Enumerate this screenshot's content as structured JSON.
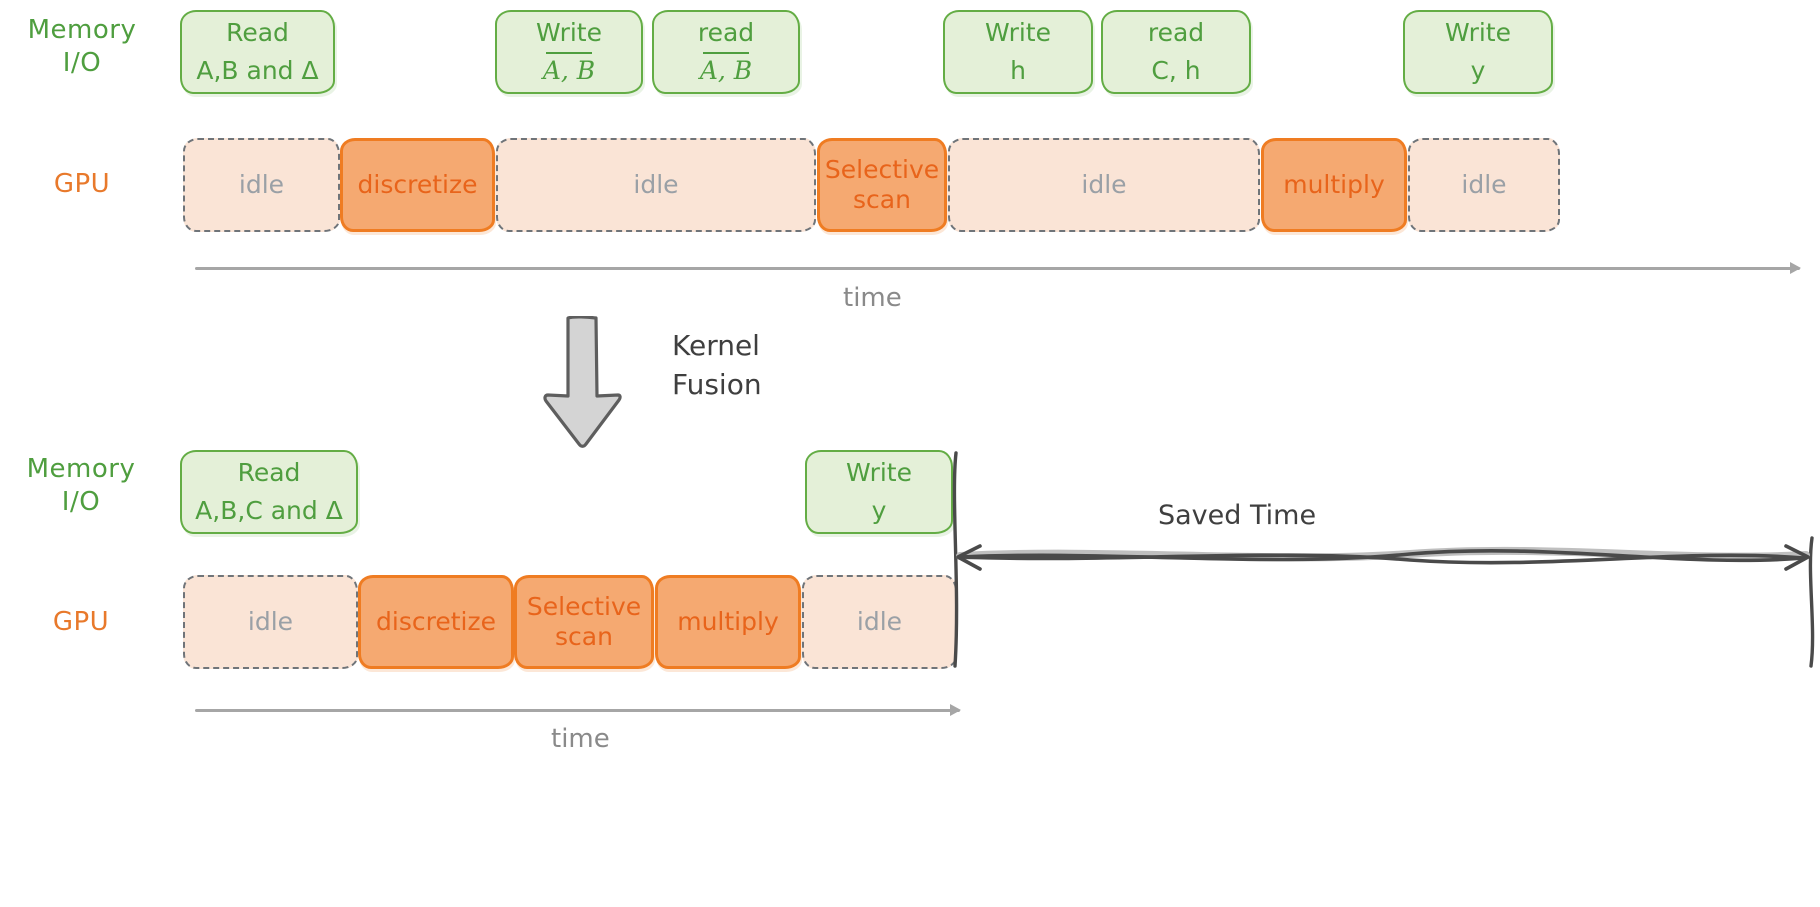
{
  "diagram": {
    "title": "Kernel Fusion memory hierarchy timeline",
    "colors": {
      "memory_fill": "#e4f0d8",
      "memory_stroke": "#64ad45",
      "memory_text": "#4f9e3f",
      "gpu_busy_fill": "#f5a971",
      "gpu_busy_stroke": "#ef7c22",
      "gpu_busy_text": "#e8641b",
      "gpu_idle_fill": "#fae4d6",
      "gpu_idle_stroke": "#6f7479",
      "gpu_idle_text": "#9aa0a6",
      "axis": "#a6a6a6",
      "ink": "#3f3f3f",
      "fusion_arrow_fill": "#d4d4d4"
    },
    "unfused": {
      "memory_label": {
        "line1": "Memory",
        "line2": "I/O"
      },
      "gpu_label": "GPU",
      "memory_blocks": [
        {
          "line1": "Read",
          "line2": "A,B and Δ",
          "overbar": false
        },
        {
          "line1": "Write",
          "line2": "A, B",
          "overbar": true
        },
        {
          "line1": "read",
          "line2": "A, B",
          "overbar": true
        },
        {
          "line1": "Write",
          "line2": "h",
          "overbar": false
        },
        {
          "line1": "read",
          "line2": "C, h",
          "overbar": false
        },
        {
          "line1": "Write",
          "line2": "y",
          "overbar": false
        }
      ],
      "gpu_blocks": [
        {
          "label": "idle",
          "state": "idle"
        },
        {
          "label": "discretize",
          "state": "busy"
        },
        {
          "label": "idle",
          "state": "idle"
        },
        {
          "label": "Selective\nscan",
          "state": "busy"
        },
        {
          "label": "idle",
          "state": "idle"
        },
        {
          "label": "multiply",
          "state": "busy"
        },
        {
          "label": "idle",
          "state": "idle"
        }
      ],
      "time_axis_label": "time"
    },
    "transition": {
      "label_line1": "Kernel",
      "label_line2": "Fusion",
      "icon": "down-arrow-icon"
    },
    "fused": {
      "memory_label": {
        "line1": "Memory",
        "line2": "I/O"
      },
      "gpu_label": "GPU",
      "memory_blocks": [
        {
          "line1": "Read",
          "line2": "A,B,C and Δ",
          "overbar": false
        },
        {
          "line1": "Write",
          "line2": "y",
          "overbar": false
        }
      ],
      "gpu_blocks": [
        {
          "label": "idle",
          "state": "idle"
        },
        {
          "label": "discretize",
          "state": "busy"
        },
        {
          "label": "Selective\nscan",
          "state": "busy"
        },
        {
          "label": "multiply",
          "state": "busy"
        },
        {
          "label": "idle",
          "state": "idle"
        }
      ],
      "time_axis_label": "time",
      "saved_time_label": "Saved Time"
    }
  }
}
